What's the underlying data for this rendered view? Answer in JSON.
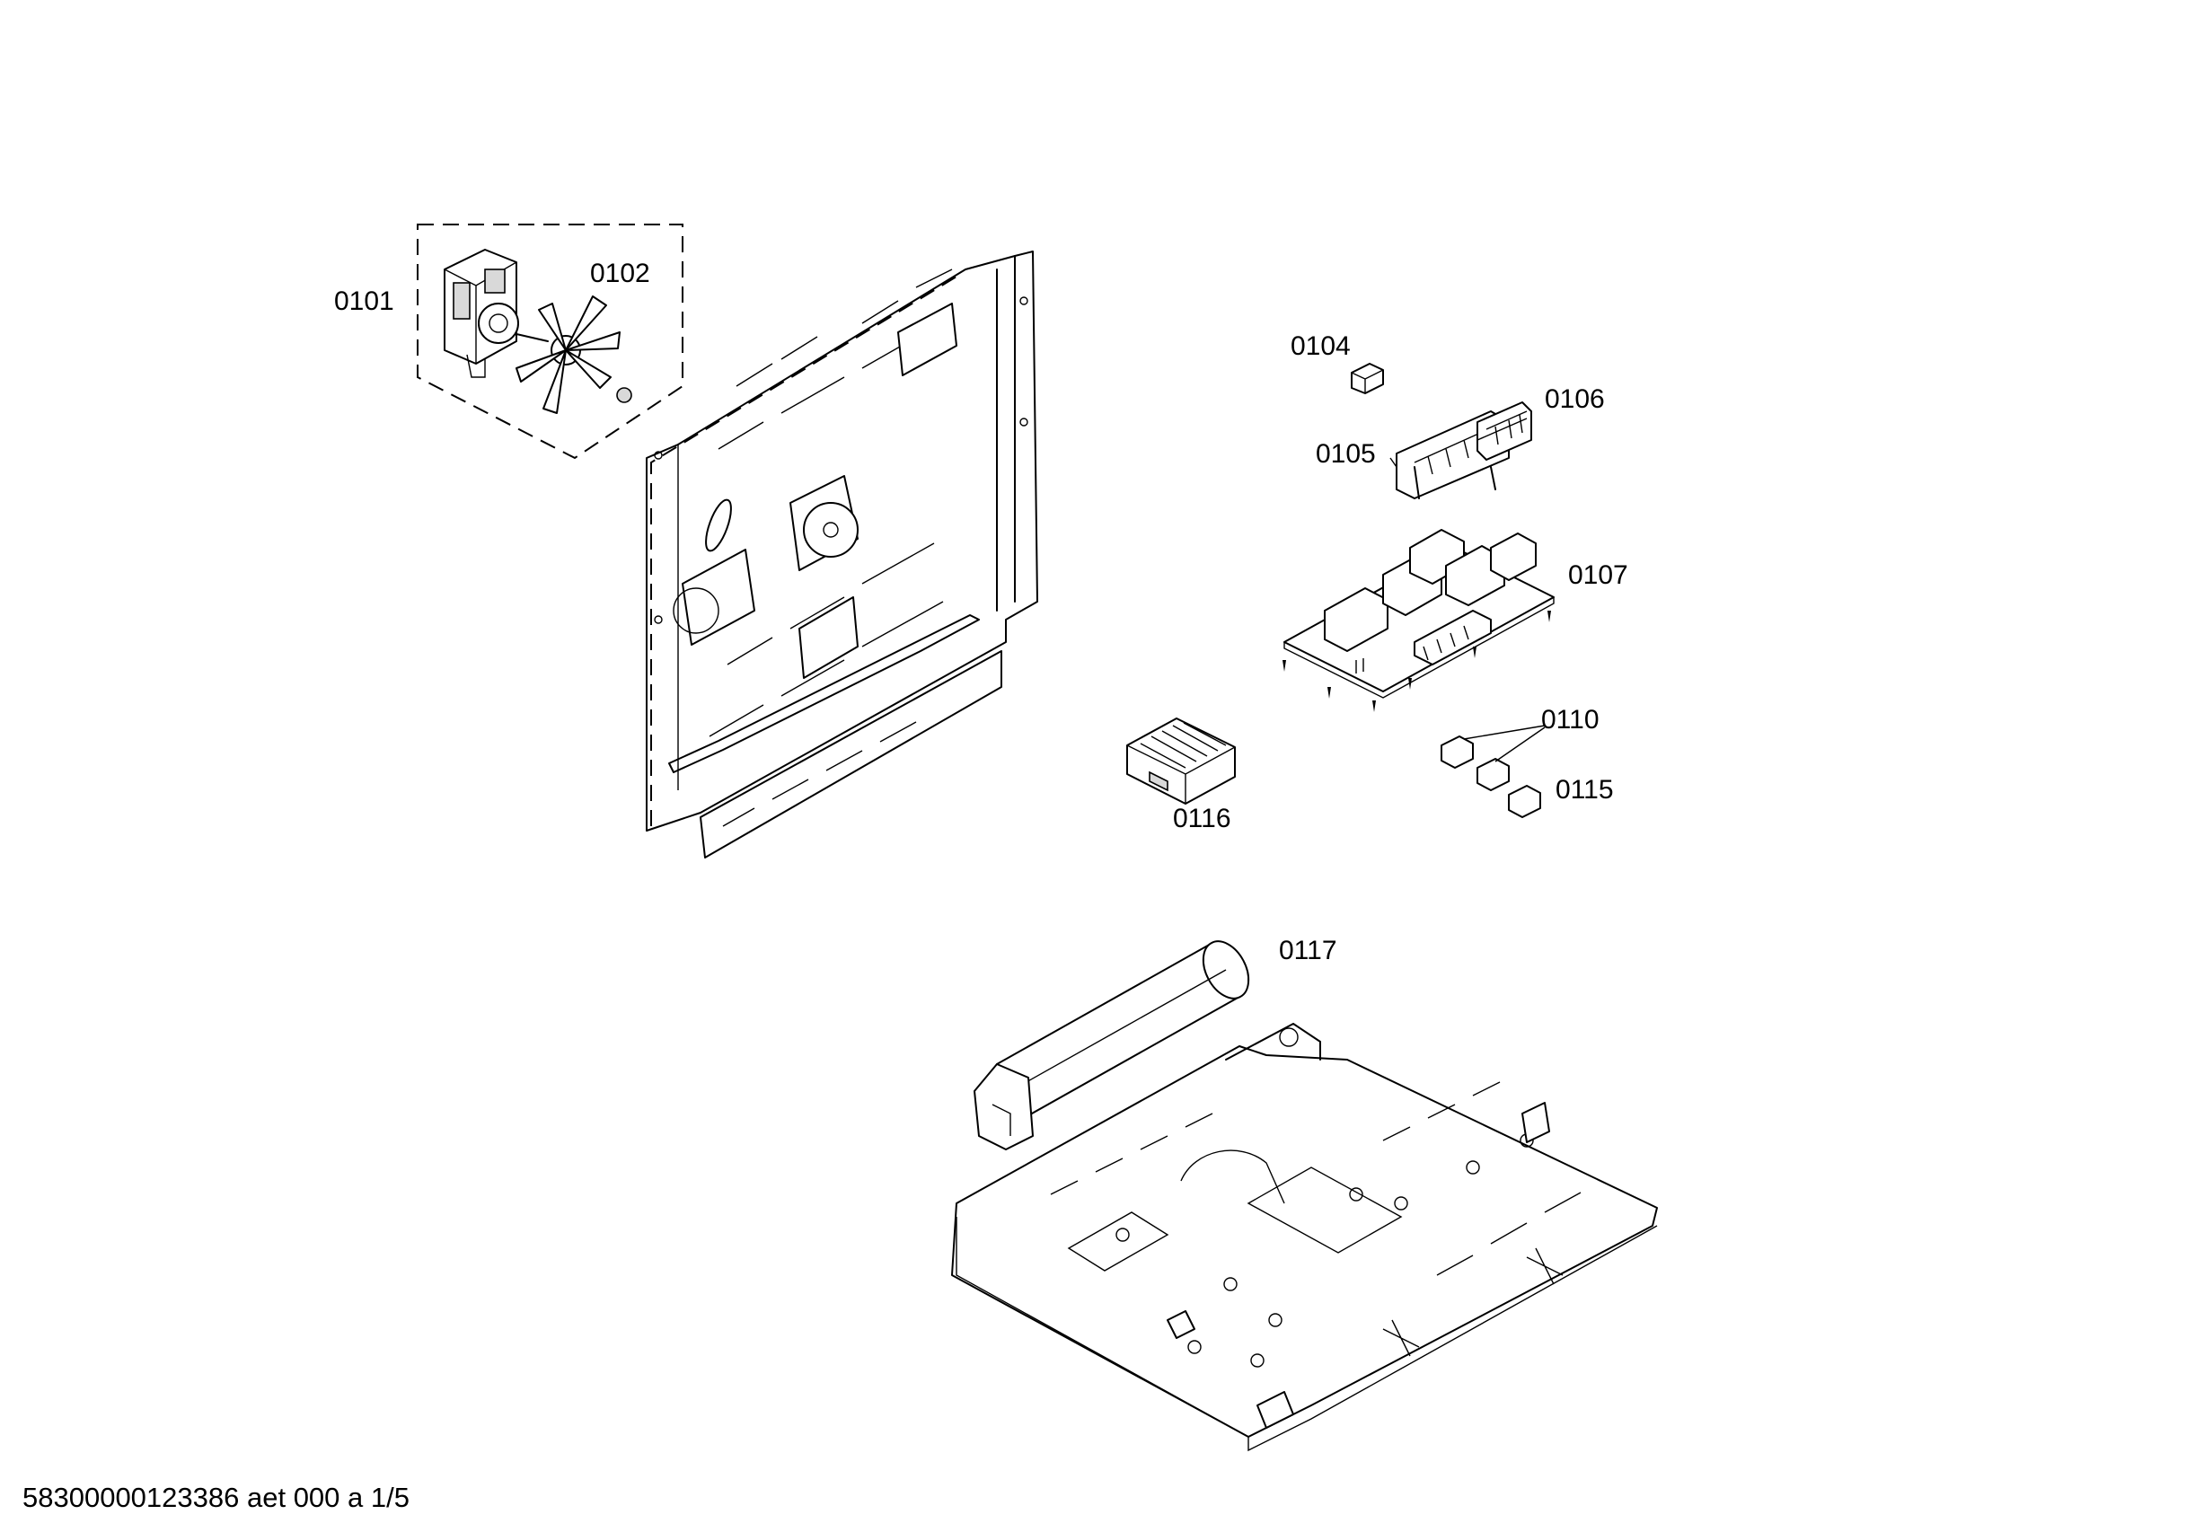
{
  "parts": {
    "p0101": "0101",
    "p0102": "0102",
    "p0104": "0104",
    "p0105": "0105",
    "p0106": "0106",
    "p0107": "0107",
    "p0110": "0110",
    "p0115": "0115",
    "p0116": "0116",
    "p0117": "0117"
  },
  "footer": {
    "drawing_id": "58300000123386 aet 000 a 1/5"
  }
}
